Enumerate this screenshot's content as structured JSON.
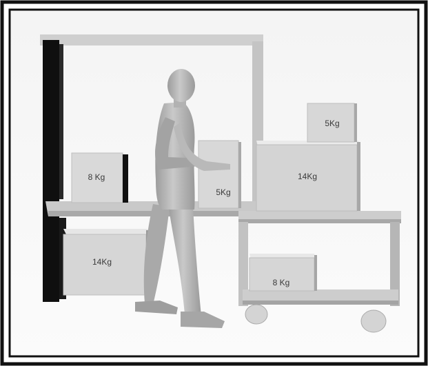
{
  "labels": {
    "shelf_top_box": "8 Kg",
    "held_box": "5Kg",
    "shelf_bottom_box": "14Kg",
    "stack_top_box": "5Kg",
    "stack_big_box": "14Kg",
    "cart_lower_box": "8 Kg"
  },
  "colors": {
    "frame": "#111111",
    "box_face": "#d9d9d9",
    "box_top": "#ececec",
    "box_side": "#b8b8b8",
    "shelf": "#c9c9c9",
    "figure": "#b5b5b5"
  }
}
